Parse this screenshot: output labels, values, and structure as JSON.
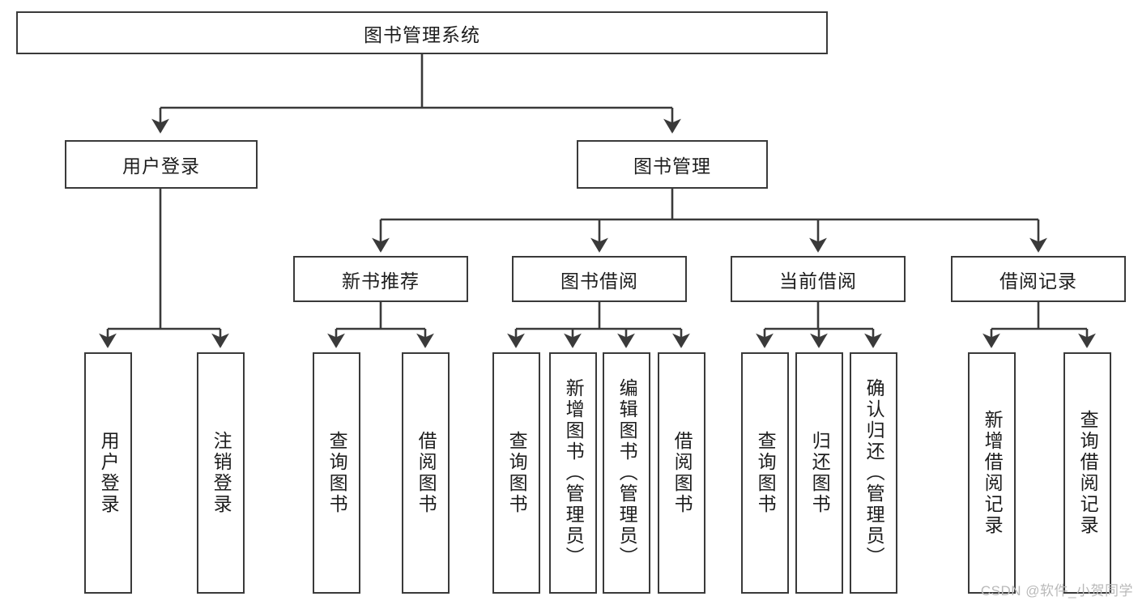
{
  "diagram": {
    "title_node": {
      "label": "图书管理系统"
    },
    "level2": [
      {
        "id": "user-login",
        "label": "用户登录"
      },
      {
        "id": "book-management",
        "label": "图书管理"
      }
    ],
    "level3": [
      {
        "id": "new-book-recommend",
        "label": "新书推荐"
      },
      {
        "id": "book-borrow",
        "label": "图书借阅"
      },
      {
        "id": "current-borrow",
        "label": "当前借阅"
      },
      {
        "id": "borrow-record",
        "label": "借阅记录"
      }
    ],
    "leaves": [
      {
        "id": "leaf-user-login",
        "label": "用户登录",
        "parent": "user-login"
      },
      {
        "id": "leaf-logout-login",
        "label": "注销登录",
        "parent": "user-login"
      },
      {
        "id": "leaf-query-book-1",
        "label": "查询图书",
        "parent": "new-book-recommend"
      },
      {
        "id": "leaf-borrow-book-1",
        "label": "借阅图书",
        "parent": "new-book-recommend"
      },
      {
        "id": "leaf-query-book-2",
        "label": "查询图书",
        "parent": "book-borrow"
      },
      {
        "id": "leaf-add-book-admin",
        "label": "新增图书（管理员）",
        "parent": "book-borrow"
      },
      {
        "id": "leaf-edit-book-admin",
        "label": "编辑图书（管理员）",
        "parent": "book-borrow"
      },
      {
        "id": "leaf-borrow-book-2",
        "label": "借阅图书",
        "parent": "book-borrow"
      },
      {
        "id": "leaf-query-book-3",
        "label": "查询图书",
        "parent": "current-borrow"
      },
      {
        "id": "leaf-return-book",
        "label": "归还图书",
        "parent": "current-borrow"
      },
      {
        "id": "leaf-confirm-return-admin",
        "label": "确认归还（管理员）",
        "parent": "current-borrow"
      },
      {
        "id": "leaf-add-borrow-record",
        "label": "新增借阅记录",
        "parent": "borrow-record"
      },
      {
        "id": "leaf-query-borrow-record",
        "label": "查询借阅记录",
        "parent": "borrow-record"
      }
    ],
    "colors": {
      "stroke": "#3a3a3a",
      "text": "#1d1d1d",
      "background": "#ffffff",
      "watermark": "#b9b9b9"
    }
  },
  "watermark": {
    "text": "CSDN @软件_小贺同学"
  }
}
